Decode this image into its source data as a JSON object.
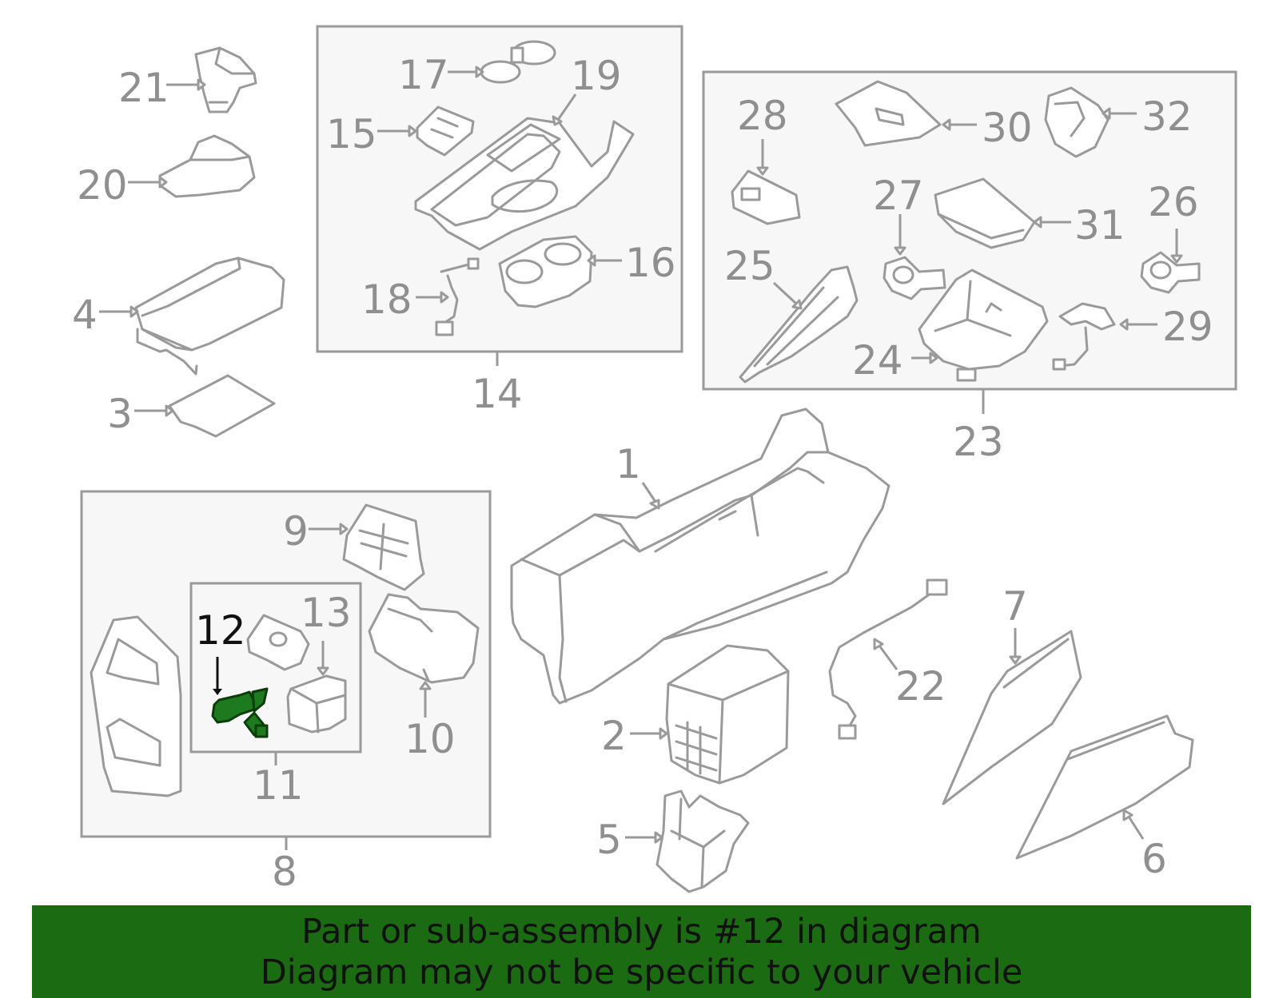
{
  "diagram": {
    "callouts": {
      "c1": "1",
      "c2": "2",
      "c3": "3",
      "c4": "4",
      "c5": "5",
      "c6": "6",
      "c7": "7",
      "c8": "8",
      "c9": "9",
      "c10": "10",
      "c11": "11",
      "c12": "12",
      "c13": "13",
      "c14": "14",
      "c15": "15",
      "c16": "16",
      "c17": "17",
      "c18": "18",
      "c19": "19",
      "c20": "20",
      "c21": "21",
      "c22": "22",
      "c23": "23",
      "c24": "24",
      "c25": "25",
      "c26": "26",
      "c27": "27",
      "c28": "28",
      "c29": "29",
      "c30": "30",
      "c31": "31",
      "c32": "32"
    },
    "highlighted_part": "12",
    "colors": {
      "line_gray": "#9a9a9a",
      "highlight_green": "#1e7a1e",
      "banner_green": "#1b6b12",
      "callout_highlight": "#111111"
    }
  },
  "banner": {
    "line1": "Part or sub-assembly is #12 in diagram",
    "line2": "Diagram may not be specific to your vehicle"
  }
}
